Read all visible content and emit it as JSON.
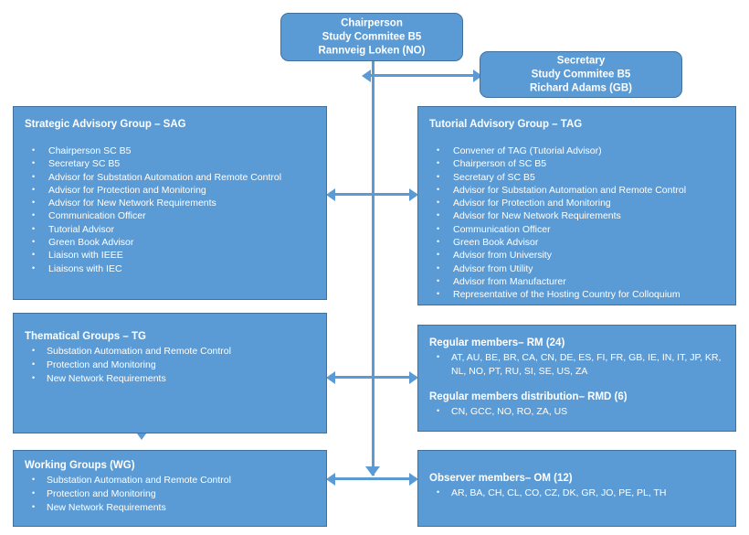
{
  "diagram": {
    "title": "CIGRE Study Committee B5 organisation chart",
    "accent_color": "#5B9BD5",
    "border_color": "#41719C",
    "text_color": "#FFFFFF"
  },
  "chairperson": {
    "line1": "Chairperson",
    "line2": "Study Commitee B5",
    "line3": "Rannveig Loken (NO)"
  },
  "secretary": {
    "line1": "Secretary",
    "line2": "Study Commitee B5",
    "line3": "Richard Adams (GB)"
  },
  "sag": {
    "title": "Strategic Advisory Group – SAG",
    "items": [
      "Chairperson SC B5",
      "Secretary SC B5",
      "Advisor for Substation Automation and Remote Control",
      "Advisor for Protection and Monitoring",
      "Advisor for New Network Requirements",
      "Communication Officer",
      "Tutorial Advisor",
      "Green Book Advisor",
      "Liaison with IEEE",
      "Liaisons with IEC"
    ]
  },
  "tag": {
    "title": "Tutorial Advisory Group – TAG",
    "items": [
      "Convener of TAG (Tutorial Advisor)",
      "Chairperson of SC B5",
      "Secretary of SC B5",
      "Advisor for Substation Automation and Remote Control",
      "Advisor for Protection and Monitoring",
      "Advisor for New Network Requirements",
      "Communication Officer",
      "Green Book Advisor",
      "Advisor from University",
      "Advisor from Utility",
      "Advisor from Manufacturer",
      "Representative of the Hosting Country for Colloquium"
    ]
  },
  "thematical_groups": {
    "title": "Thematical Groups – TG",
    "items": [
      "Substation Automation and Remote Control",
      "Protection and Monitoring",
      "New Network Requirements"
    ]
  },
  "working_groups": {
    "title": "Working Groups (WG)",
    "items": [
      "Substation Automation and Remote Control",
      "Protection and Monitoring",
      "New Network Requirements"
    ]
  },
  "regular_members": {
    "title": "Regular members– RM (24)",
    "countries": "AT, AU, BE, BR, CA, CN, DE, ES, FI, FR, GB, IE, IN, IT, JP, KR, NL, NO, PT, RU, SI, SE, US, ZA",
    "count": 24
  },
  "regular_members_distribution": {
    "title": "Regular members distribution– RMD (6)",
    "countries": "CN, GCC, NO, RO, ZA, US",
    "count": 6
  },
  "observer_members": {
    "title": "Observer members– OM (12)",
    "countries": "AR, BA, CH, CL, CO, CZ, DK, GR, JO, PE, PL, TH",
    "count": 12
  }
}
